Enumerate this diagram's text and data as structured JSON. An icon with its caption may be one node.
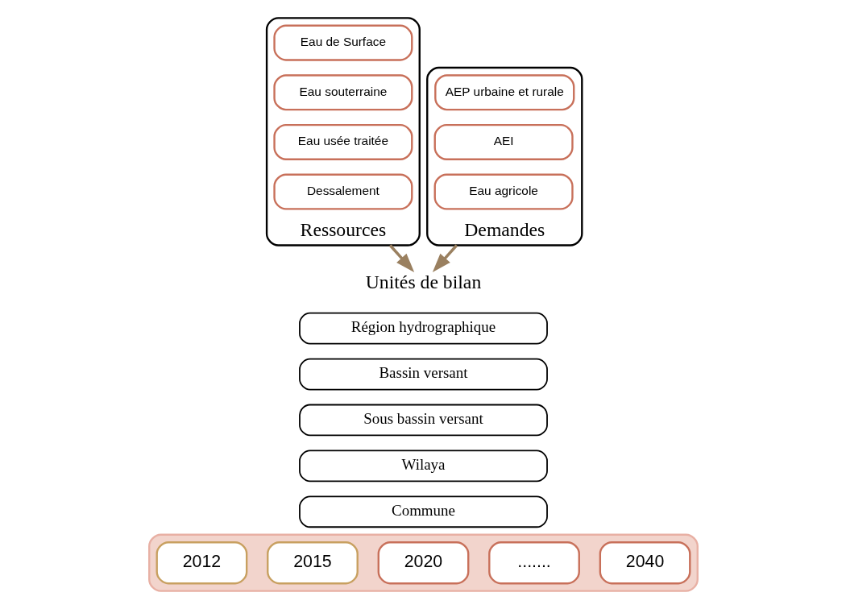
{
  "diagram": {
    "nodes": [
      {
        "text": [
          "Ressources"
        ]
      },
      {
        "text": [
          "Eau de Surface"
        ],
        "in": 0
      },
      {
        "text": [
          "Eau souterraine"
        ],
        "in": 0
      },
      {
        "text": [
          "Eau usée traitée"
        ],
        "in": 0
      },
      {
        "text": [
          "Dessalement"
        ],
        "in": 0
      },
      {
        "text": [
          "Demandes"
        ]
      },
      {
        "text": [
          "AEP urbaine et rurale"
        ],
        "in": 5
      },
      {
        "text": [
          "AEI"
        ],
        "in": 5
      },
      {
        "text": [
          "Eau agricole"
        ],
        "in": 5
      },
      {
        "text": [
          "Unités de bilan"
        ]
      },
      {
        "text": [
          "Région hydrographique"
        ]
      },
      {
        "text": [
          "Bassin versant"
        ]
      },
      {
        "text": [
          "Sous bassin versant"
        ]
      },
      {
        "text": [
          "Wilaya"
        ]
      },
      {
        "text": [
          "Commune"
        ]
      },
      {
        "text": [],
        "shape": "arrow"
      },
      {
        "text": [
          "2012"
        ],
        "in": 15
      },
      {
        "text": [
          "2015"
        ],
        "in": 15
      },
      {
        "text": [
          "2020"
        ],
        "in": 15
      },
      {
        "text": [
          "......."
        ],
        "in": 15
      },
      {
        "text": [
          "2040"
        ],
        "in": 15
      }
    ],
    "edges": [
      {
        "from": 0,
        "to": 9,
        "arrow": "to"
      },
      {
        "from": 5,
        "to": 9,
        "arrow": "to"
      }
    ]
  }
}
